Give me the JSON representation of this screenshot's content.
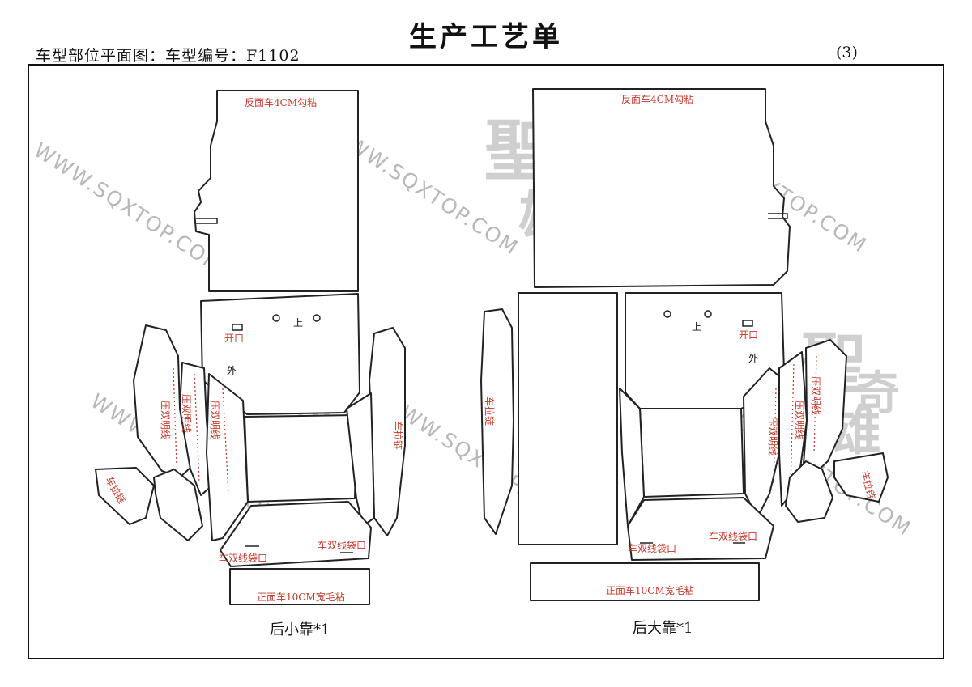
{
  "header": {
    "title": "生产工艺单",
    "subtitle": "车型部位平面图：车型编号：F1102",
    "page_number": "(3)"
  },
  "watermark": {
    "url": "WWW.SQXTOP.COM",
    "logo_chars": [
      "聖",
      "奇",
      "雄"
    ]
  },
  "left_pattern": {
    "caption": "后小靠*1",
    "labels": {
      "top_panel": "反面车4CM勾粘",
      "shang": "上",
      "kaikou": "开口",
      "wai": "外",
      "yashuang_1": "压双明线",
      "yashuang_2": "压双明线",
      "yashuang_3": "压双明线",
      "right_zipper": "车拉链",
      "left_zipper": "车拉链",
      "pocket_left": "车双线袋口",
      "pocket_right": "车双线袋口",
      "bottom_strip": "正面车10CM宽毛粘"
    }
  },
  "right_pattern": {
    "caption": "后大靠*1",
    "labels": {
      "top_panel": "反面车4CM勾粘",
      "shang": "上",
      "kaikou": "开口",
      "wai": "外",
      "left_zipper": "车拉链",
      "yashuang_1": "压双明线",
      "yashuang_2": "压双明线",
      "yashuang_3": "压双明线",
      "right_zipper": "车拉链",
      "pocket_left": "车双线袋口",
      "pocket_right": "车双线袋口",
      "bottom_strip": "正面车10CM宽毛粘"
    }
  }
}
